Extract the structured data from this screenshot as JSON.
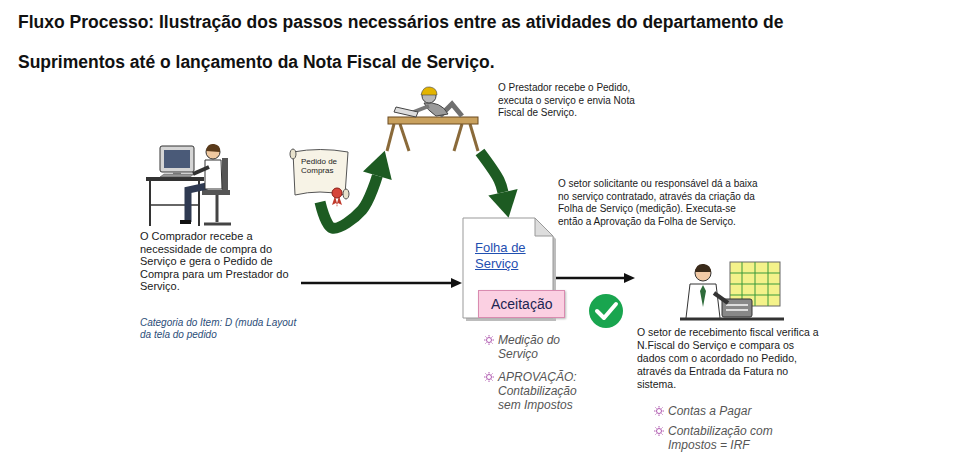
{
  "diagram": {
    "title": "Fluxo Processo: Ilustração dos passos necessários entre as atividades do departamento de Suprimentos até o lançamento da Nota Fiscal de Serviço.",
    "nodes": [
      {
        "text": [
          "O Comprador recebe a necessidade de compra do Serviço e gera o Pedido de Compra para um Prestador do Serviço.",
          "Categoria do Item: D (muda Layout da tela do pedido"
        ]
      },
      {
        "text": [
          "Pedido de Compras"
        ]
      },
      {
        "text": [
          "O Prestador recebe o Pedido, executa o serviço e envia Nota Fiscal de Serviço."
        ]
      },
      {
        "text": [
          "Folha de Serviço"
        ]
      },
      {
        "text": [
          "Aceitação"
        ],
        "in": 3
      },
      {
        "text": [
          "O setor de recebimento fiscal verifica a N.Fiscal do Serviço e compara os dados com o acordado no Pedido, através da Entrada da Fatura no sistema."
        ]
      }
    ],
    "edges": [
      {
        "from": 0,
        "to": 3,
        "arrow": "to"
      },
      {
        "from": 1,
        "to": 2,
        "arrow": "to"
      },
      {
        "from": 2,
        "to": 3,
        "arrow": "to"
      },
      {
        "from": 3,
        "to": 5,
        "arrow": "to"
      }
    ],
    "labels": [
      "O setor solicitante ou responsável dá a baixa no serviço contratado, através da criação da Folha de Serviço (medição). Executa-se então a Aprovação da Folha de Serviço.",
      "Medição do Serviço",
      "APROVAÇÃO: Contabilização sem Impostos",
      "Contas a Pagar",
      "Contabilização com Impostos = IRF"
    ]
  }
}
